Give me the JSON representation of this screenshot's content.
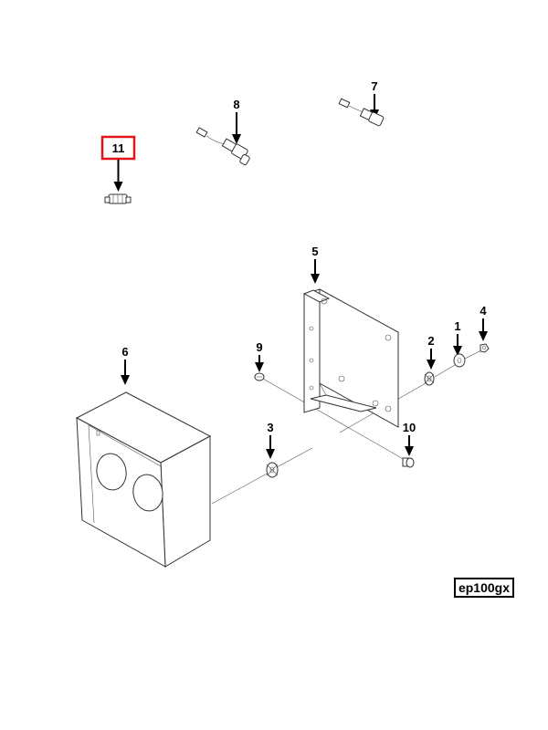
{
  "callouts": {
    "c1": "1",
    "c2": "2",
    "c3": "3",
    "c4": "4",
    "c5": "5",
    "c6": "6",
    "c7": "7",
    "c8": "8",
    "c9": "9",
    "c10": "10",
    "c11": "11"
  },
  "reference_code": "ep100gx",
  "highlight_color": "#e0161b"
}
